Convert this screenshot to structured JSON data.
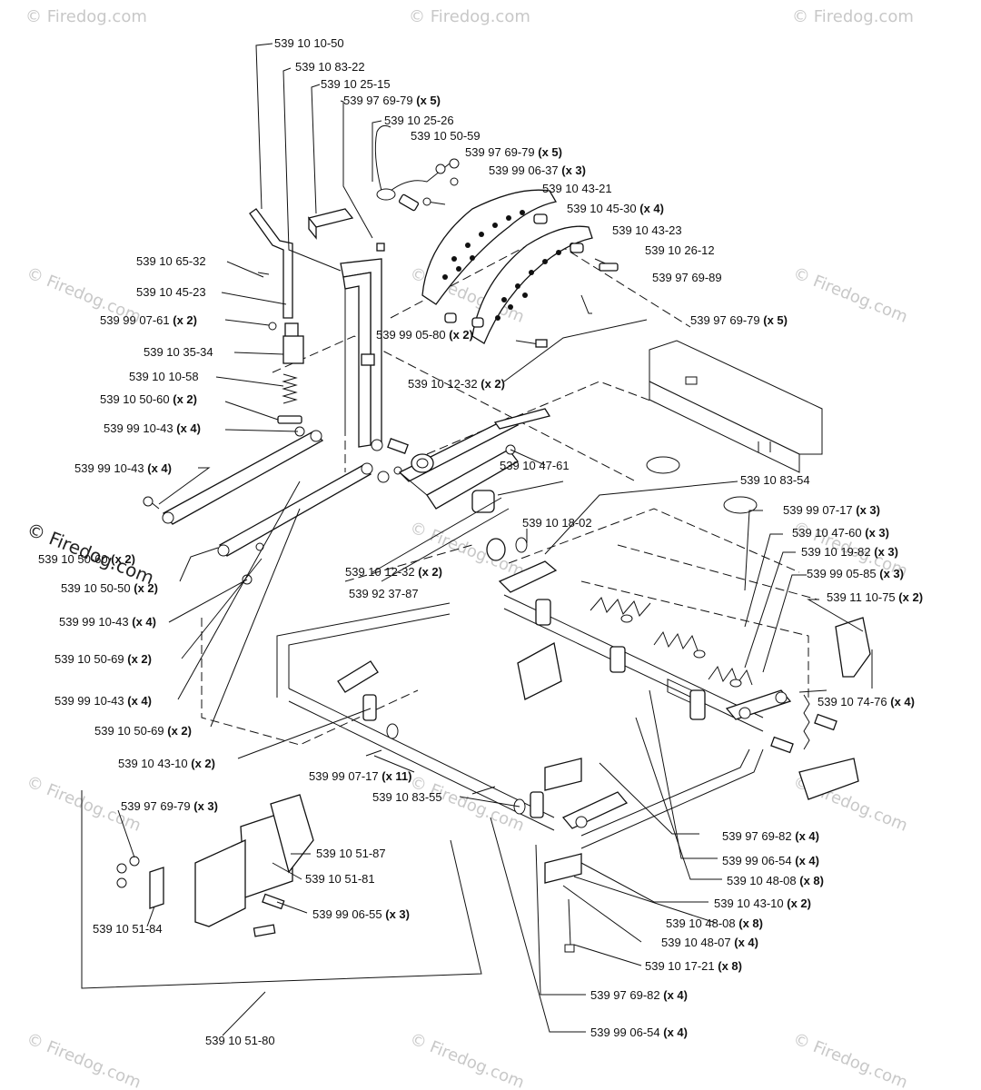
{
  "watermark": {
    "text": "© Firedog.com",
    "main_text": "© Firedog.com"
  },
  "callouts": [
    {
      "id": "c1",
      "part": "539 10 10-50",
      "qty": ""
    },
    {
      "id": "c2",
      "part": "539 10 83-22",
      "qty": ""
    },
    {
      "id": "c3",
      "part": "539 10 25-15",
      "qty": ""
    },
    {
      "id": "c4",
      "part": "539 97 69-79",
      "qty": "(x 5)"
    },
    {
      "id": "c5",
      "part": "539 10 25-26",
      "qty": ""
    },
    {
      "id": "c6",
      "part": "539 10 50-59",
      "qty": ""
    },
    {
      "id": "c7",
      "part": "539 97 69-79",
      "qty": "(x 5)"
    },
    {
      "id": "c8",
      "part": "539 99 06-37",
      "qty": "(x 3)"
    },
    {
      "id": "c9",
      "part": "539 10 43-21",
      "qty": ""
    },
    {
      "id": "c10",
      "part": "539 10 45-30",
      "qty": "(x 4)"
    },
    {
      "id": "c11",
      "part": "539 10 43-23",
      "qty": ""
    },
    {
      "id": "c12",
      "part": "539 10 26-12",
      "qty": ""
    },
    {
      "id": "c13",
      "part": "539 97 69-89",
      "qty": ""
    },
    {
      "id": "c14",
      "part": "539 97 69-79",
      "qty": "(x 5)"
    },
    {
      "id": "c15",
      "part": "539 10 65-32",
      "qty": ""
    },
    {
      "id": "c16",
      "part": "539 10 45-23",
      "qty": ""
    },
    {
      "id": "c17",
      "part": "539 99 07-61",
      "qty": "(x 2)"
    },
    {
      "id": "c18",
      "part": "539 10 35-34",
      "qty": ""
    },
    {
      "id": "c19",
      "part": "539 99 05-80",
      "qty": "(x 2)"
    },
    {
      "id": "c20",
      "part": "539 10 10-58",
      "qty": ""
    },
    {
      "id": "c21",
      "part": "539 10 12-32",
      "qty": "(x 2)"
    },
    {
      "id": "c22",
      "part": "539 10 50-60",
      "qty": "(x 2)"
    },
    {
      "id": "c23",
      "part": "539 99 10-43",
      "qty": "(x 4)"
    },
    {
      "id": "c24",
      "part": "539 99 10-43",
      "qty": "(x 4)"
    },
    {
      "id": "c25",
      "part": "539 10 47-61",
      "qty": ""
    },
    {
      "id": "c26",
      "part": "539 10 83-54",
      "qty": ""
    },
    {
      "id": "c27",
      "part": "539 99 07-17",
      "qty": "(x 3)"
    },
    {
      "id": "c28",
      "part": "539 10 18-02",
      "qty": ""
    },
    {
      "id": "c29",
      "part": "539 10 47-60",
      "qty": "(x 3)"
    },
    {
      "id": "c30",
      "part": "539 10 50-60",
      "qty": "(x 2)"
    },
    {
      "id": "c31",
      "part": "539 10 19-82",
      "qty": "(x 3)"
    },
    {
      "id": "c32",
      "part": "539 10 12-32",
      "qty": "(x 2)"
    },
    {
      "id": "c33",
      "part": "539 99 05-85",
      "qty": "(x 3)"
    },
    {
      "id": "c34",
      "part": "539 10 50-50",
      "qty": "(x 2)"
    },
    {
      "id": "c35",
      "part": "539 92 37-87",
      "qty": ""
    },
    {
      "id": "c36",
      "part": "539 11 10-75",
      "qty": "(x 2)"
    },
    {
      "id": "c37",
      "part": "539 99 10-43",
      "qty": "(x 4)"
    },
    {
      "id": "c38",
      "part": "539 10 50-69",
      "qty": "(x 2)"
    },
    {
      "id": "c39",
      "part": "539 99 10-43",
      "qty": "(x 4)"
    },
    {
      "id": "c40",
      "part": "539 10 74-76",
      "qty": "(x 4)"
    },
    {
      "id": "c41",
      "part": "539 10 50-69",
      "qty": "(x 2)"
    },
    {
      "id": "c42",
      "part": "539 10 43-10",
      "qty": "(x 2)"
    },
    {
      "id": "c43",
      "part": "539 99 07-17",
      "qty": "(x 11)"
    },
    {
      "id": "c44",
      "part": "539 10 83-55",
      "qty": ""
    },
    {
      "id": "c45",
      "part": "539 97 69-79",
      "qty": "(x 3)"
    },
    {
      "id": "c46",
      "part": "539 10 51-87",
      "qty": ""
    },
    {
      "id": "c47",
      "part": "539 97 69-82",
      "qty": "(x 4)"
    },
    {
      "id": "c48",
      "part": "539 10 51-81",
      "qty": ""
    },
    {
      "id": "c49",
      "part": "539 99 06-54",
      "qty": "(x 4)"
    },
    {
      "id": "c50",
      "part": "539 10 48-08",
      "qty": "(x 8)"
    },
    {
      "id": "c51",
      "part": "539 99 06-55",
      "qty": "(x 3)"
    },
    {
      "id": "c52",
      "part": "539 10 43-10",
      "qty": "(x 2)"
    },
    {
      "id": "c53",
      "part": "539 10 51-84",
      "qty": ""
    },
    {
      "id": "c54",
      "part": "539 10 48-08",
      "qty": "(x 8)"
    },
    {
      "id": "c55",
      "part": "539 10 48-07",
      "qty": "(x 4)"
    },
    {
      "id": "c56",
      "part": "539 10 17-21",
      "qty": "(x 8)"
    },
    {
      "id": "c57",
      "part": "539 97 69-82",
      "qty": "(x 4)"
    },
    {
      "id": "c58",
      "part": "539 10 51-80",
      "qty": ""
    },
    {
      "id": "c59",
      "part": "539 99 06-54",
      "qty": "(x 4)"
    }
  ]
}
